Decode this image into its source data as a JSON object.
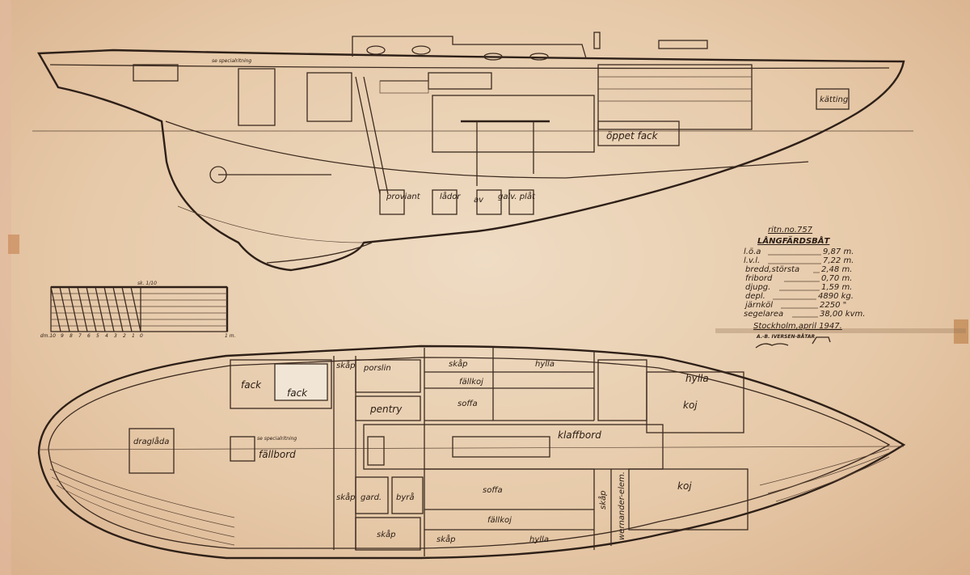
{
  "title_block": {
    "drawing_no": "ritn.no.757",
    "title": "LÅNGFÄRDSBÅT",
    "specs": [
      {
        "label": "l.ö.a",
        "value": "9,87 m."
      },
      {
        "label": "l.v.l.",
        "value": "7,22 m."
      },
      {
        "label": "bredd,största",
        "value": "2,48 m."
      },
      {
        "label": "fribord",
        "value": "0,70 m."
      },
      {
        "label": "djupg.",
        "value": "1,59 m."
      },
      {
        "label": "depl.",
        "value": "4890 kg."
      },
      {
        "label": "järnköl",
        "value": "2250 \""
      },
      {
        "label": "segelarea",
        "value": "38,00 kvm."
      }
    ],
    "place_date": "Stockholm,april 1947.",
    "company": "A.-B. IVERSEN-BÅTAR"
  },
  "scale": {
    "label": "sk. 1/10",
    "ticks": [
      "dm.10",
      "9",
      "8",
      "7",
      "6",
      "5",
      "4",
      "3",
      "2",
      "1",
      "0"
    ],
    "end": "1 m."
  },
  "profile_labels": {
    "special": "se specialritning",
    "katting": "kätting",
    "oppet_fack": "öppet fack",
    "proviant": "proviant",
    "lador": "lådor",
    "av": "av",
    "galv": "galv. plåt"
  },
  "plan_labels": {
    "fack1": "fack",
    "fack2": "fack",
    "skap1": "skåp",
    "porslin": "porslin",
    "skap2": "skåp",
    "hylla1": "hylla",
    "fallkoj1": "fällkoj",
    "soffa1": "soffa",
    "pentry": "pentry",
    "hylla2": "hylla",
    "koj1": "koj",
    "draglada": "draglåda",
    "special": "se specialritning",
    "fallbord": "fällbord",
    "klaffbord": "klaffbord",
    "skap3": "skåp",
    "gard": "gard.",
    "byra": "byrå",
    "soffa2": "soffa",
    "fallkoj2": "fällkoj",
    "skap4": "skåp",
    "hylla3": "hylla",
    "skap5": "skåp",
    "wernander": "wernander-elem.",
    "koj2": "koj",
    "skap6": "skåp"
  }
}
